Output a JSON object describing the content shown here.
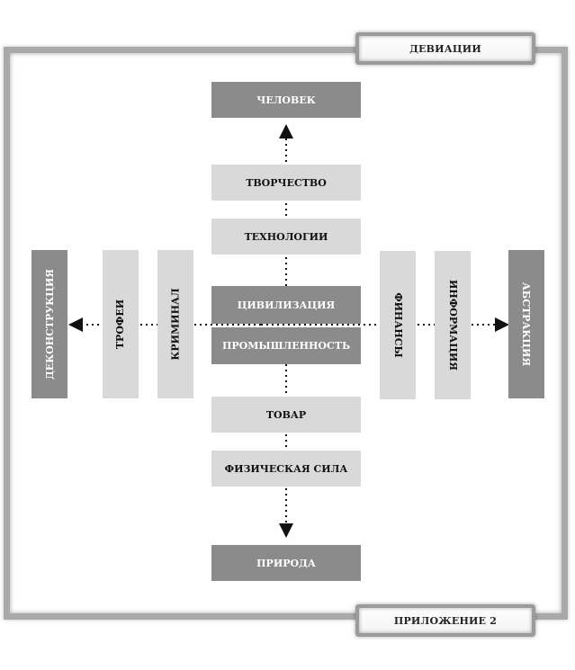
{
  "tags": {
    "top": "ДЕВИАЦИИ",
    "bottom": "ПРИЛОЖЕНИЕ 2"
  },
  "vertical_axis": {
    "top": "ЧЕЛОВЕК",
    "items_top": [
      "ТВОРЧЕСТВО",
      "ТЕХНОЛОГИИ"
    ],
    "center": [
      "ЦИВИЛИЗАЦИЯ",
      "ПРОМЫШЛЕННОСТЬ"
    ],
    "items_bottom": [
      "ТОВАР",
      "ФИЗИЧЕСКАЯ СИЛА"
    ],
    "bottom": "ПРИРОДА"
  },
  "horizontal_axis": {
    "left_end": "ДЕКОНСТРУКЦИЯ",
    "left_items": [
      "ТРОФЕИ",
      "КРИМИНАЛ"
    ],
    "right_items": [
      "ФИНАНСЫ",
      "ИНФОРМАЦИЯ"
    ],
    "right_end": "АБСТРАКЦИЯ"
  },
  "colors": {
    "dark_box": "#8b8b8b",
    "light_box": "#d9d9d9",
    "frame": "#a9a9a9"
  }
}
